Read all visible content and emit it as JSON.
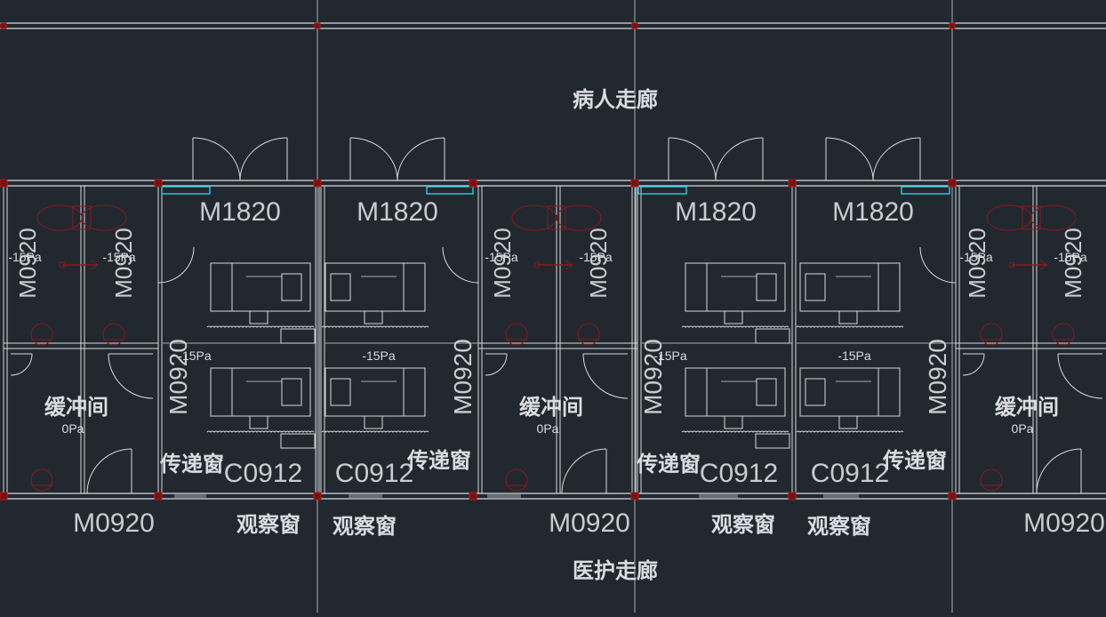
{
  "drawing": {
    "colors": {
      "background": "#212830",
      "wall": "#d7dadf",
      "grid": "#aab0b8",
      "column": "#b81818",
      "equipment": "#8b1a1a",
      "window": "#22d0e8",
      "text": "#d9dde2",
      "label": "#c8ccd2"
    },
    "corridors": {
      "patient": "病人走廊",
      "medical": "医护走廊"
    },
    "labels": {
      "double_door": "M1820",
      "single_door": "M0920",
      "window_code": "C0912",
      "buffer_room": "缓冲间",
      "buffer_pressure": "0Pa",
      "room_pressure": "-15Pa",
      "pass_window": "传递窗",
      "observation_window": "观察窗"
    }
  }
}
